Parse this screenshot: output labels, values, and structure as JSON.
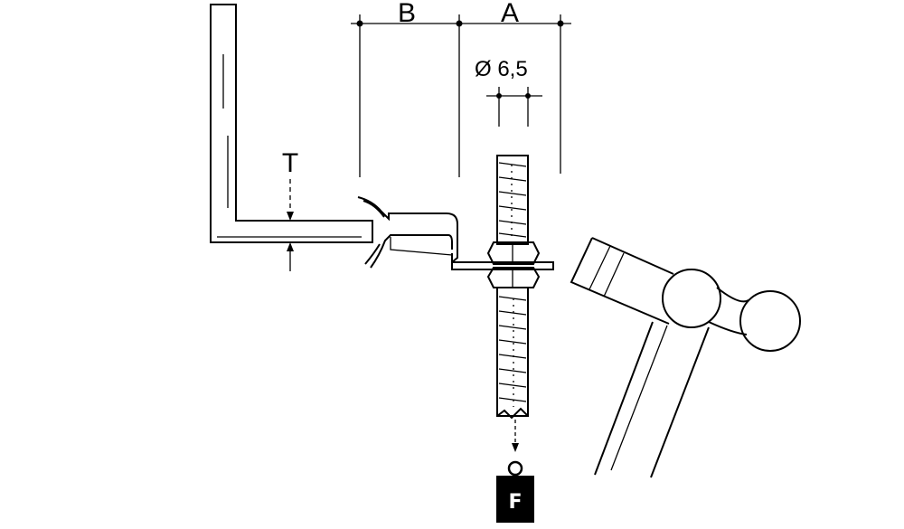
{
  "dimensions": {
    "B": "B",
    "A": "A",
    "T": "T",
    "diameter": "Ø 6,5"
  },
  "weight": {
    "label": "F"
  },
  "colors": {
    "ink": "#000000",
    "paper": "#ffffff"
  }
}
